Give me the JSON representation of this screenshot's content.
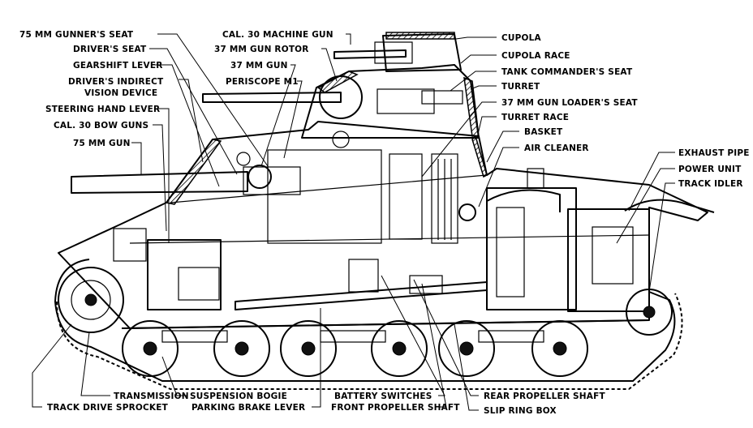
{
  "labels": {
    "gunners_seat": "75 MM GUNNER'S SEAT",
    "drivers_seat": "DRIVER'S SEAT",
    "gearshift": "GEARSHIFT LEVER",
    "indirect_vision_1": "DRIVER'S INDIRECT",
    "indirect_vision_2": "VISION DEVICE",
    "steering": "STEERING HAND LEVER",
    "bow_guns": "CAL. 30 BOW GUNS",
    "gun_75": "75 MM GUN",
    "mg_30": "CAL. 30 MACHINE GUN",
    "gun_rotor": "37 MM GUN ROTOR",
    "gun_37": "37 MM GUN",
    "periscope": "PERISCOPE M1",
    "cupola": "CUPOLA",
    "cupola_race": "CUPOLA RACE",
    "commanders_seat": "TANK COMMANDER'S SEAT",
    "turret": "TURRET",
    "loaders_seat": "37 MM GUN LOADER'S SEAT",
    "turret_race": "TURRET RACE",
    "basket": "BASKET",
    "air_cleaner": "AIR CLEANER",
    "exhaust_pipe": "EXHAUST PIPE",
    "power_unit": "POWER UNIT",
    "track_idler": "TRACK IDLER",
    "transmission": "TRANSMISSION",
    "sprocket": "TRACK DRIVE SPROCKET",
    "bogie": "SUSPENSION BOGIE",
    "parking_brake": "PARKING BRAKE LEVER",
    "battery_switches": "BATTERY SWITCHES",
    "front_shaft": "FRONT PROPELLER SHAFT",
    "rear_shaft": "REAR PROPELLER SHAFT",
    "slip_ring": "SLIP RING BOX"
  }
}
